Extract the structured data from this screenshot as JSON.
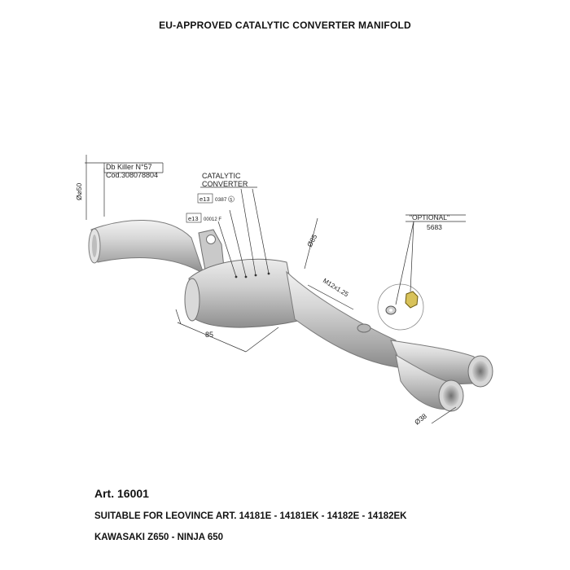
{
  "title": "EU-APPROVED CATALYTIC CONVERTER MANIFOLD",
  "labels": {
    "db_killer": "Db Killer N°57",
    "db_killer_code": "Cod.308078804",
    "diam_inlet": "Ø⌀50",
    "catalytic_line1": "CATALYTIC",
    "catalytic_line2": "CONVERTER",
    "homologation_1_prefix": "e13",
    "homologation_1_code": "0387",
    "homologation_1_suffix": "5",
    "homologation_2_prefix": "e13",
    "homologation_2_code": "00012 F",
    "diam_cat": "Ø85",
    "length_cat": "85",
    "thread": "M12x1.25",
    "optional_line1": "\"OPTIONAL\"",
    "optional_line2": "5683",
    "diam_outlet": "Ø38"
  },
  "footer": {
    "article": "Art. 16001",
    "suitable": "SUITABLE FOR LEOVINCE ART. 14181E - 14181EK - 14182E - 14182EK",
    "models": "KAWASAKI Z650 - NINJA 650"
  }
}
